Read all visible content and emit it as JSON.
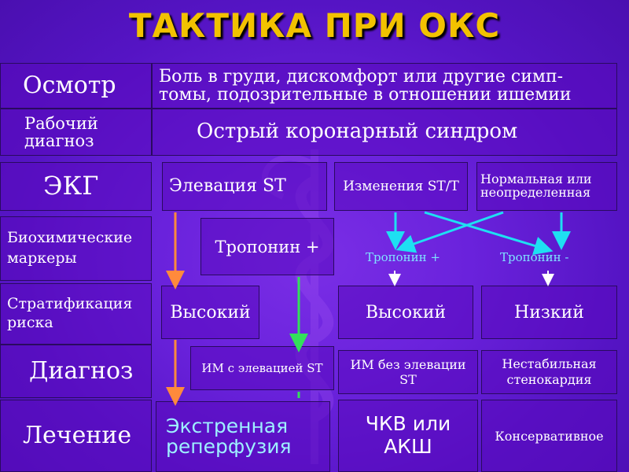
{
  "title": "ТАКТИКА ПРИ ОКС",
  "rows": {
    "exam": "Осмотр",
    "exam_desc_line1": "Боль в груди, дискомфорт или другие симп-",
    "exam_desc_line2": "томы, подозрительные в отношении ишемии",
    "work_dx_line1": "Рабочий",
    "work_dx_line2": "диагноз",
    "work_dx_value": "Острый коронарный синдром",
    "ecg": "ЭКГ",
    "biomarkers_line1": "Биохимические",
    "biomarkers_line2": "маркеры",
    "risk_line1": "Стратификация",
    "risk_line2": "риска",
    "diagnosis": "Диагноз",
    "treatment": "Лечение"
  },
  "ecg_options": {
    "st_elevation": "Элевация ST",
    "st_changes": "Изменения ST/T",
    "normal_line1": "Нормальная или",
    "normal_line2": "неопределенная"
  },
  "markers": {
    "troponin_pos_left": "Тропонин +",
    "troponin_pos": "Тропонин +",
    "troponin_neg": "Тропонин -"
  },
  "risk": {
    "high_left": "Высокий",
    "high_mid": "Высокий",
    "low": "Низкий"
  },
  "diagnoses": {
    "stemi": "ИМ с элевацией ST",
    "nstemi_line1": "ИМ без элевации",
    "nstemi_line2": "ST",
    "unstable_line1": "Нестабильная",
    "unstable_line2": "стенокардия"
  },
  "treatments": {
    "reperfusion_line1": "Экстренная",
    "reperfusion_line2": "реперфузия",
    "pci_line1": "ЧКВ или",
    "pci_line2": "АКШ",
    "conservative": "Консервативное"
  },
  "colors": {
    "title": "#f2c200",
    "arrow_orange": "#ff8a3c",
    "arrow_green": "#33e05a",
    "arrow_cyan": "#1ee0f2",
    "troponin_text": "#7fe3ff"
  }
}
